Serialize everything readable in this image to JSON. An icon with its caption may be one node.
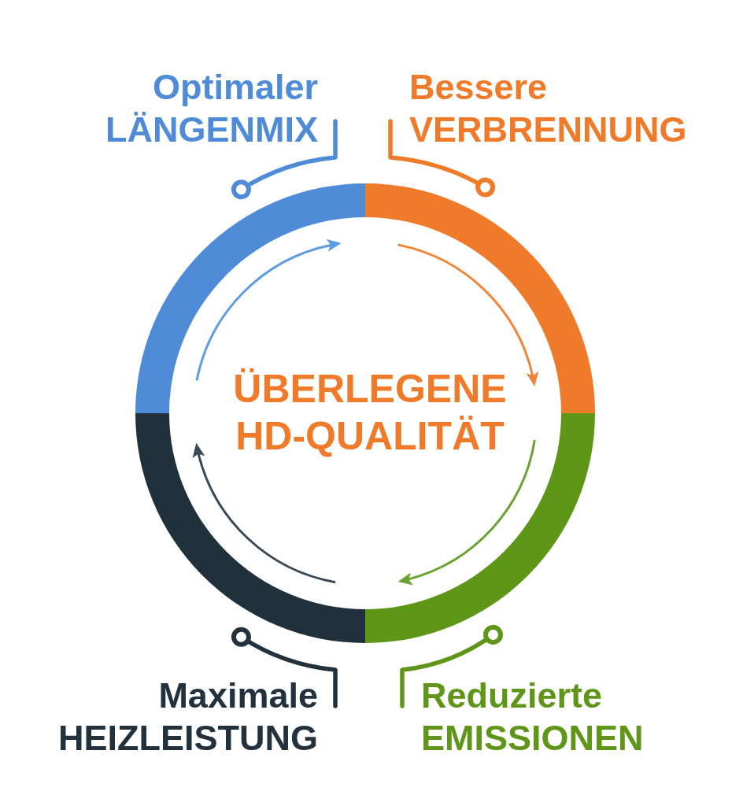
{
  "diagram": {
    "nodes": [
      {
        "text": [
          "Optimaler LÄNGENMIX"
        ]
      },
      {
        "text": [
          "Bessere VERBRENNUNG"
        ]
      },
      {
        "text": [],
        "shape": "arc"
      },
      {
        "text": [],
        "shape": "arc"
      },
      {
        "text": [],
        "shape": "arc"
      },
      {
        "text": [],
        "shape": "arc"
      },
      {
        "text": [
          "ÜBERLEGENE HD-QUALITÄT"
        ]
      },
      {
        "text": [
          "Maximale HEIZLEISTUNG"
        ]
      },
      {
        "text": [
          "Reduzierte EMISSIONEN"
        ]
      }
    ],
    "edges": [
      {
        "from": 0,
        "to": 2,
        "arrow": "other",
        "color": "#4f8bd6"
      },
      {
        "from": 1,
        "to": 3,
        "arrow": "other",
        "color": "#ef7b2a"
      },
      {
        "from": 7,
        "to": 4,
        "arrow": "other",
        "color": "#22313c"
      },
      {
        "from": 8,
        "to": 5,
        "arrow": "other",
        "color": "#5f9619"
      }
    ]
  }
}
